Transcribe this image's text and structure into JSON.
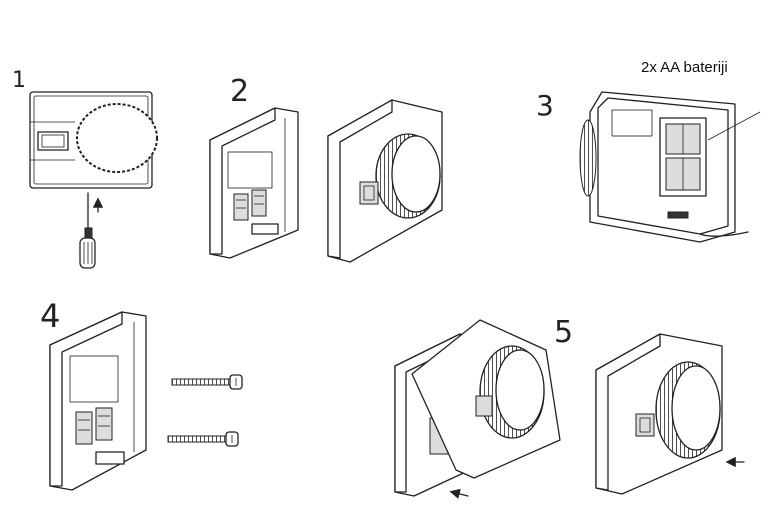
{
  "steps": [
    "1",
    "2",
    "3",
    "4",
    "5"
  ],
  "battery_label": "2x AA bateriji",
  "colors": {
    "line": "#222222",
    "background": "#ffffff"
  }
}
